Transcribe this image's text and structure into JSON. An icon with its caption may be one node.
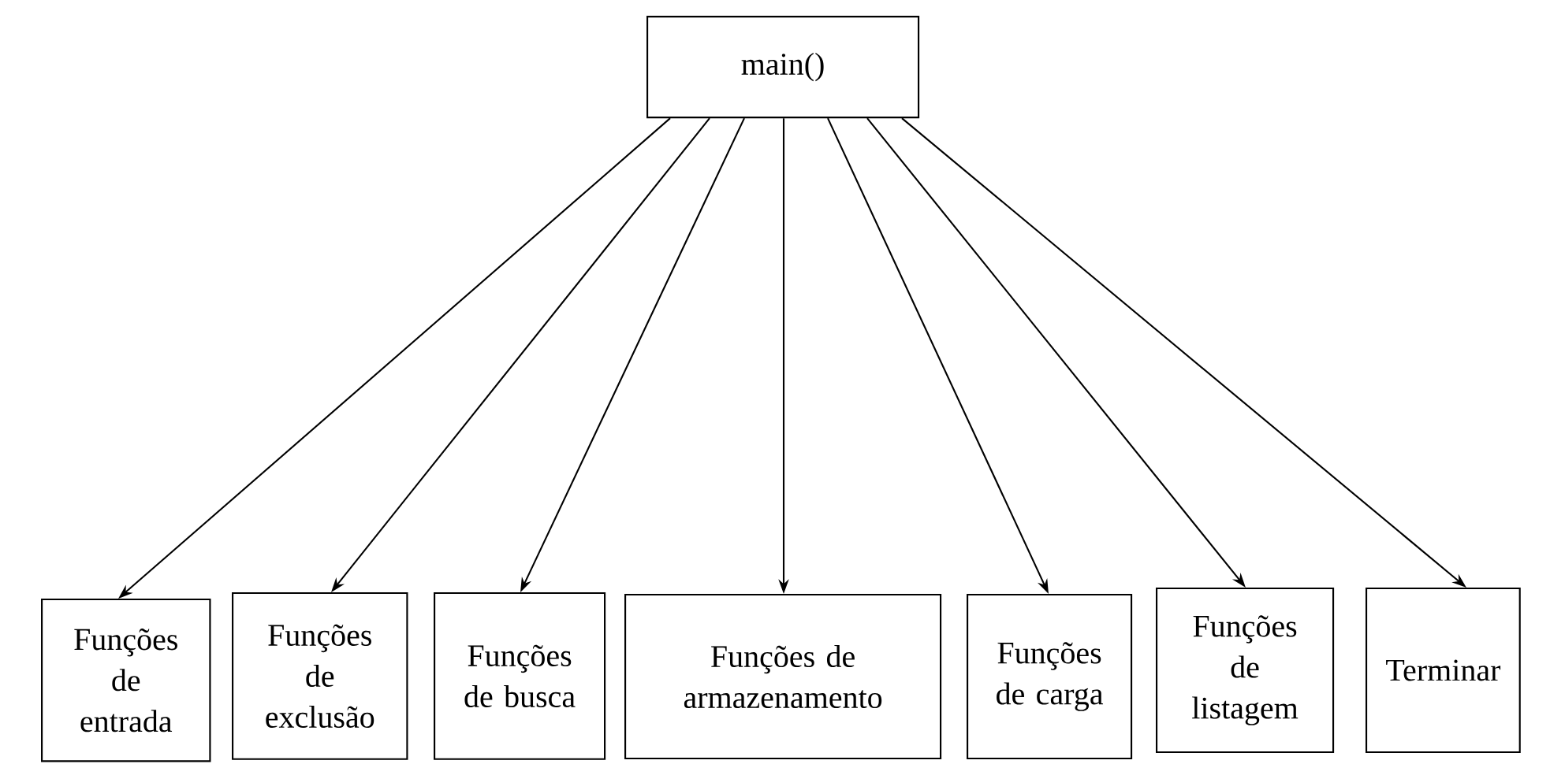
{
  "diagram": {
    "nodes": [
      {
        "text": [
          "main()"
        ]
      },
      {
        "text": [
          "Funções de entrada"
        ]
      },
      {
        "text": [
          "Funções de exclusão"
        ]
      },
      {
        "text": [
          "Funções de busca"
        ]
      },
      {
        "text": [
          "Funções de armazenamento"
        ]
      },
      {
        "text": [
          "Funções de carga"
        ]
      },
      {
        "text": [
          "Funções de listagem"
        ]
      },
      {
        "text": [
          "Terminar"
        ]
      }
    ],
    "edges": [
      {
        "from": 0,
        "to": 1,
        "arrow": "to"
      },
      {
        "from": 0,
        "to": 2,
        "arrow": "to"
      },
      {
        "from": 0,
        "to": 3,
        "arrow": "to"
      },
      {
        "from": 0,
        "to": 4,
        "arrow": "to"
      },
      {
        "from": 0,
        "to": 5,
        "arrow": "to"
      },
      {
        "from": 0,
        "to": 6,
        "arrow": "to"
      },
      {
        "from": 0,
        "to": 7,
        "arrow": "to"
      }
    ]
  }
}
